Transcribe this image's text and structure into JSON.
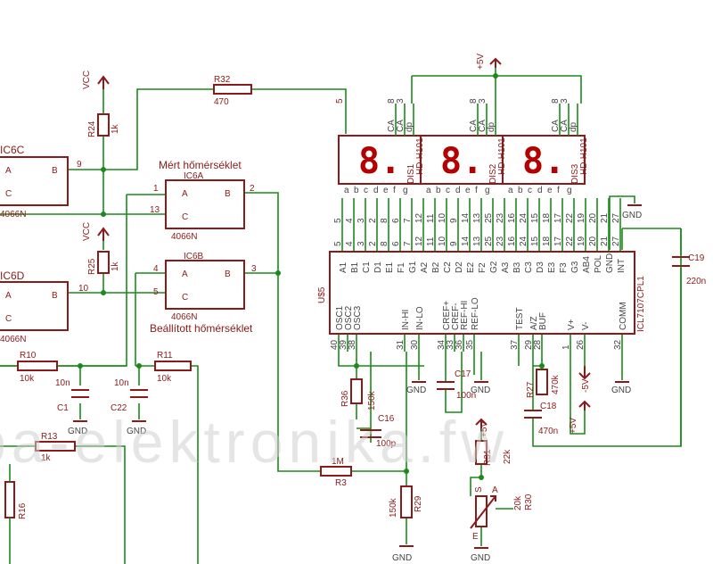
{
  "title_labels": {
    "measured_temp": "Mért hőmérséklet",
    "set_temp": "Beállított hőmérséklet"
  },
  "watermark": "pa-elektronika.fw",
  "supply": {
    "vcc": "VCC",
    "plus5v": "+5V",
    "minus5v": "-5V",
    "gnd": "GND"
  },
  "gates": [
    {
      "name": "IC6C",
      "part": "4066N",
      "pin_a": "A",
      "pin_b": "B",
      "pin_c": "C",
      "out_pin": "9",
      "ctrl_pin": ""
    },
    {
      "name": "IC6A",
      "part": "4066N",
      "pin_a": "A",
      "pin_b": "B",
      "pin_c": "C",
      "in_pin": "1",
      "out_pin": "2",
      "ctrl_pin": "13"
    },
    {
      "name": "IC6D",
      "part": "4066N",
      "pin_a": "A",
      "pin_b": "B",
      "pin_c": "C",
      "out_pin": "10"
    },
    {
      "name": "IC6B",
      "part": "4066N",
      "pin_a": "A",
      "pin_b": "B",
      "pin_c": "C",
      "in_pin": "4",
      "out_pin": "3",
      "ctrl_pin": "5"
    }
  ],
  "resistors": {
    "r32": {
      "name": "R32",
      "value": "470",
      "pin": "5"
    },
    "r24": {
      "name": "R24",
      "value": "1k"
    },
    "r25": {
      "name": "R25",
      "value": "1k"
    },
    "r10": {
      "name": "R10",
      "value": "10k"
    },
    "r11": {
      "name": "R11",
      "value": "10k"
    },
    "r13": {
      "name": "R13",
      "value": "1k"
    },
    "r16": {
      "name": "R16"
    },
    "r3": {
      "name": "R3",
      "value": "1M"
    },
    "r29": {
      "name": "R29",
      "value": "150k"
    },
    "r36": {
      "name": "R36",
      "value": "150k"
    },
    "r27": {
      "name": "R27",
      "value": "470k"
    },
    "r31": {
      "name": "R31",
      "value": "22k"
    },
    "r30": {
      "name": "R30",
      "value": "20k"
    }
  },
  "capacitors": {
    "c1": {
      "name": "C1",
      "value": "10n"
    },
    "c22": {
      "name": "C22",
      "value": "10n"
    },
    "c16": {
      "name": "C16",
      "value": "100p"
    },
    "c17": {
      "name": "C17",
      "value": "100n"
    },
    "c18": {
      "name": "C18",
      "value": "470n"
    },
    "c19": {
      "name": "C19",
      "value": "220n"
    }
  },
  "displays": [
    {
      "name": "DIS1",
      "part": "HD-H101",
      "digit": "8.",
      "top_pins": [
        "CA",
        "CA",
        "dp"
      ],
      "top_nums": [
        "8",
        "3",
        ""
      ]
    },
    {
      "name": "DIS2",
      "part": "HD-H101",
      "digit": "8.",
      "top_pins": [
        "CA",
        "CA",
        "dp"
      ],
      "top_nums": [
        "8",
        "3",
        ""
      ]
    },
    {
      "name": "DIS3",
      "part": "HD-H101",
      "digit": "8.",
      "top_pins": [
        "CA",
        "CA",
        "dp"
      ],
      "top_nums": [
        "8",
        "3",
        ""
      ]
    }
  ],
  "segment_letters": [
    "a",
    "b",
    "c",
    "d",
    "e",
    "f",
    "g"
  ],
  "adc": {
    "ref": "U$5",
    "part": "ICL7107CPL1",
    "top_pins": [
      "A1",
      "B1",
      "C1",
      "D1",
      "E1",
      "F1",
      "G1",
      "A2",
      "B2",
      "C2",
      "D2",
      "E2",
      "F2",
      "G2",
      "A3",
      "B3",
      "C3",
      "D3",
      "E3",
      "F3",
      "G3",
      "AB4",
      "POL",
      "GND",
      "INT"
    ],
    "top_nums": [
      "5",
      "4",
      "3",
      "2",
      "8",
      "6",
      "7",
      "12",
      "11",
      "10",
      "9",
      "14",
      "13",
      "25",
      "23",
      "16",
      "24",
      "15",
      "18",
      "17",
      "22",
      "19",
      "20",
      "21",
      "27"
    ],
    "bottom_pins": [
      "OSC1",
      "OSC2",
      "OSC3",
      "IN-HI",
      "IN-LO",
      "CREF+",
      "CREF-",
      "REF-HI",
      "REF-LO",
      "TEST",
      "A/Z",
      "BUF",
      "V+",
      "V-",
      "COMM"
    ],
    "bottom_nums": [
      "40",
      "39",
      "38",
      "31",
      "30",
      "34",
      "33",
      "36",
      "35",
      "37",
      "29",
      "28",
      "1",
      "26",
      "32"
    ]
  },
  "pot": {
    "name": "S",
    "pins": [
      "A",
      "E"
    ]
  }
}
